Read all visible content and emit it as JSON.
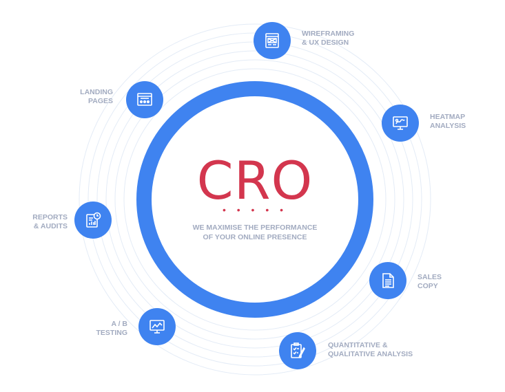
{
  "center": {
    "title": "CRO",
    "dots": "• • • • •",
    "tagline": [
      "WE MAXIMISE THE PERFORMANCE",
      "OF YOUR ONLINE PRESENCE"
    ]
  },
  "services": [
    {
      "id": "wireframing",
      "lines": [
        "WIREFRAMING",
        "& UX DESIGN"
      ],
      "icon": "wireframe-icon"
    },
    {
      "id": "heatmap",
      "lines": [
        "HEATMAP",
        "ANALYSIS"
      ],
      "icon": "heatmap-monitor-icon"
    },
    {
      "id": "sales-copy",
      "lines": [
        "SALES",
        "COPY"
      ],
      "icon": "document-icon"
    },
    {
      "id": "quant-qual",
      "lines": [
        "QUANTITATIVE &",
        "QUALITATIVE ANALYSIS"
      ],
      "icon": "checklist-pen-icon"
    },
    {
      "id": "ab-testing",
      "lines": [
        "A / B",
        "TESTING"
      ],
      "icon": "chart-monitor-icon"
    },
    {
      "id": "reports",
      "lines": [
        "REPORTS",
        "& AUDITS"
      ],
      "icon": "report-clock-icon"
    },
    {
      "id": "landing",
      "lines": [
        "LANDING",
        "PAGES"
      ],
      "icon": "landing-page-icon"
    }
  ],
  "colors": {
    "ring": "#3f83f0",
    "node": "#3f83f0",
    "title": "#d3364e",
    "label": "#a2abc0",
    "orbit": "#e3ebf6"
  }
}
